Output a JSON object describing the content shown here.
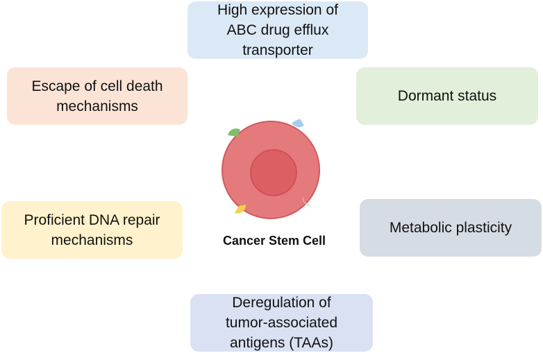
{
  "boxes": {
    "top": {
      "label": "High expression of\nABC drug efflux\ntransporter",
      "color": "#dbe9f6"
    },
    "top_left": {
      "label": "Escape of cell death\nmechanisms",
      "color": "#fbe4d6"
    },
    "top_right": {
      "label": "Dormant status",
      "color": "#e2efda"
    },
    "mid_left": {
      "label": "Proficient DNA repair\nmechanisms",
      "color": "#fff2cc"
    },
    "mid_right": {
      "label": "Metabolic plasticity",
      "color": "#d6dce4"
    },
    "bottom": {
      "label": "Deregulation of\ntumor-associated\nantigens (TAAs)",
      "color": "#d9e1f2"
    }
  },
  "cell": {
    "label": "Cancer Stem Cell",
    "membrane_color": "#e06c6e",
    "nucleus_color": "#dc5f63",
    "receptor_colors": [
      "#7fbf6a",
      "#a9cdec",
      "#f3c8b0",
      "#f6cf4e"
    ]
  }
}
